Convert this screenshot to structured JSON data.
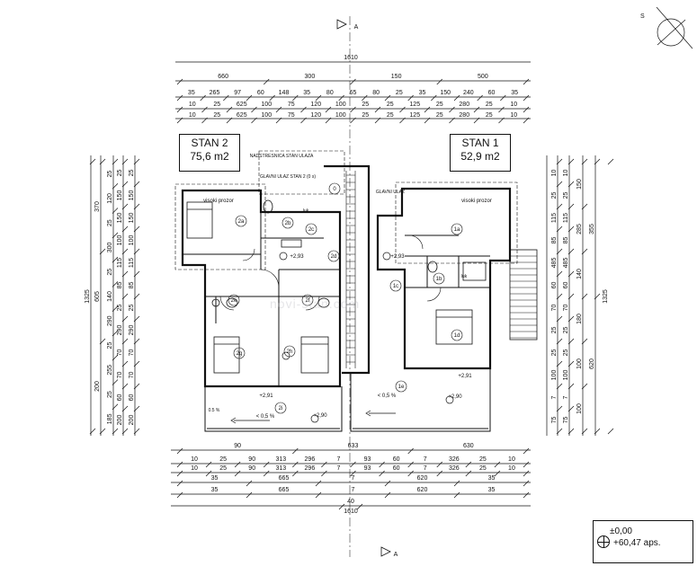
{
  "section_marks": {
    "top": "A",
    "bottom": "A"
  },
  "north": "S",
  "units": [
    {
      "name": "STAN 2",
      "area": "75,6 m2"
    },
    {
      "name": "STAN 1",
      "area": "52,9 m2"
    }
  ],
  "top_dims": {
    "overall": "1610",
    "row1": [
      "660",
      "300",
      "150",
      "500"
    ],
    "row2": [
      "35",
      "265",
      "97",
      "60",
      "148",
      "35",
      "80",
      "65",
      "80",
      "25",
      "35",
      "150",
      "240",
      "60",
      "35"
    ],
    "row3": [
      "10",
      "25",
      "625",
      "100",
      "75",
      "120",
      "100",
      "25",
      "25",
      "125",
      "25",
      "280",
      "25",
      "10"
    ]
  },
  "bottom_dims": {
    "overall": "1610",
    "row1": [
      "90",
      "633",
      "630"
    ],
    "row2": [
      "10",
      "25",
      "90",
      "313",
      "296",
      "7",
      "93",
      "60",
      "7",
      "326",
      "25",
      "10"
    ],
    "row3": [
      "35",
      "665",
      "7",
      "620",
      "35"
    ],
    "row4": [
      "40"
    ]
  },
  "left_dims": {
    "overall": "1325",
    "major": [
      "370",
      "605",
      "200"
    ],
    "col2": [
      "25",
      "120",
      "25",
      "300",
      "25",
      "140",
      "290",
      "25",
      "255",
      "25",
      "185"
    ],
    "col3": [
      "25",
      "150",
      "150",
      "100",
      "115",
      "85",
      "25",
      "290",
      "70",
      "70",
      "60",
      "200"
    ]
  },
  "right_dims": {
    "overall": "1325",
    "major": [
      "355",
      "620"
    ],
    "col2": [
      "150",
      "285",
      "140",
      "180",
      "100",
      "100"
    ],
    "col3": [
      "10",
      "25",
      "115",
      "85",
      "485",
      "60",
      "70",
      "25",
      "25",
      "100",
      "7",
      "75"
    ]
  },
  "notes": {
    "entrance_s2": "GLAVNI ULAZ STAN 2 (0 s)",
    "top_left_note": "NADSTRESNICA STAN ULAZA",
    "entrance_s1": "GLAVNI ULAZ",
    "window_left": "visoki prozor",
    "window_right": "visoki prozor"
  },
  "room_labels": [
    "2a",
    "2b",
    "2c",
    "2d",
    "2e",
    "2f",
    "2g",
    "2h",
    "2i",
    "1a",
    "1b",
    "1c",
    "1d",
    "1e",
    "0"
  ],
  "levels": [
    "+2,93",
    "+2,93",
    "+2,91",
    "+2,91",
    "+2,90",
    "+2,90"
  ],
  "slopes": [
    "< 0,5 %",
    "< 0,5 %"
  ],
  "misc": [
    "0.5 %",
    "luk",
    "luk"
  ],
  "legend": {
    "line1": "±0,00",
    "line2": "+60,47 aps."
  },
  "watermark": "novi-stan.com"
}
